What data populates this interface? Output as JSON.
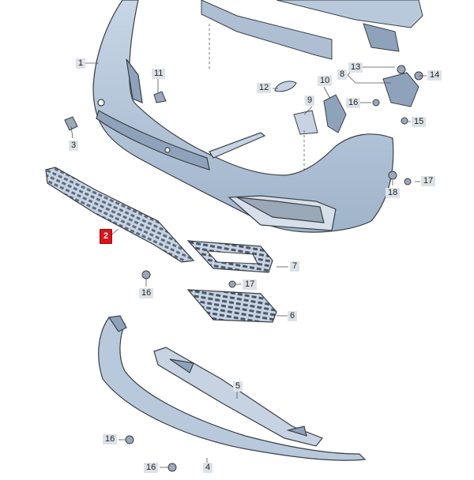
{
  "parts": [
    {
      "id": "c1",
      "label": "1"
    },
    {
      "id": "c2",
      "label": "2",
      "highlighted": true
    },
    {
      "id": "c3",
      "label": "3"
    },
    {
      "id": "c4",
      "label": "4"
    },
    {
      "id": "c5",
      "label": "5"
    },
    {
      "id": "c6",
      "label": "6"
    },
    {
      "id": "c7",
      "label": "7"
    },
    {
      "id": "c8",
      "label": "8"
    },
    {
      "id": "c9",
      "label": "9"
    },
    {
      "id": "c10",
      "label": "10"
    },
    {
      "id": "c11",
      "label": "11"
    },
    {
      "id": "c12",
      "label": "12"
    },
    {
      "id": "c13",
      "label": "13"
    },
    {
      "id": "c14",
      "label": "14"
    },
    {
      "id": "c15",
      "label": "15"
    },
    {
      "id": "c16a",
      "label": "16"
    },
    {
      "id": "c16b",
      "label": "16"
    },
    {
      "id": "c16c",
      "label": "16"
    },
    {
      "id": "c16d",
      "label": "16"
    },
    {
      "id": "c17a",
      "label": "17"
    },
    {
      "id": "c17b",
      "label": "17"
    },
    {
      "id": "c18",
      "label": "18"
    }
  ],
  "colors": {
    "part_fill": "#b9c9dc",
    "part_fill_dark": "#8ea3bb",
    "outline": "#3a3f45",
    "leader": "#555555",
    "highlight": "#d8141c"
  }
}
